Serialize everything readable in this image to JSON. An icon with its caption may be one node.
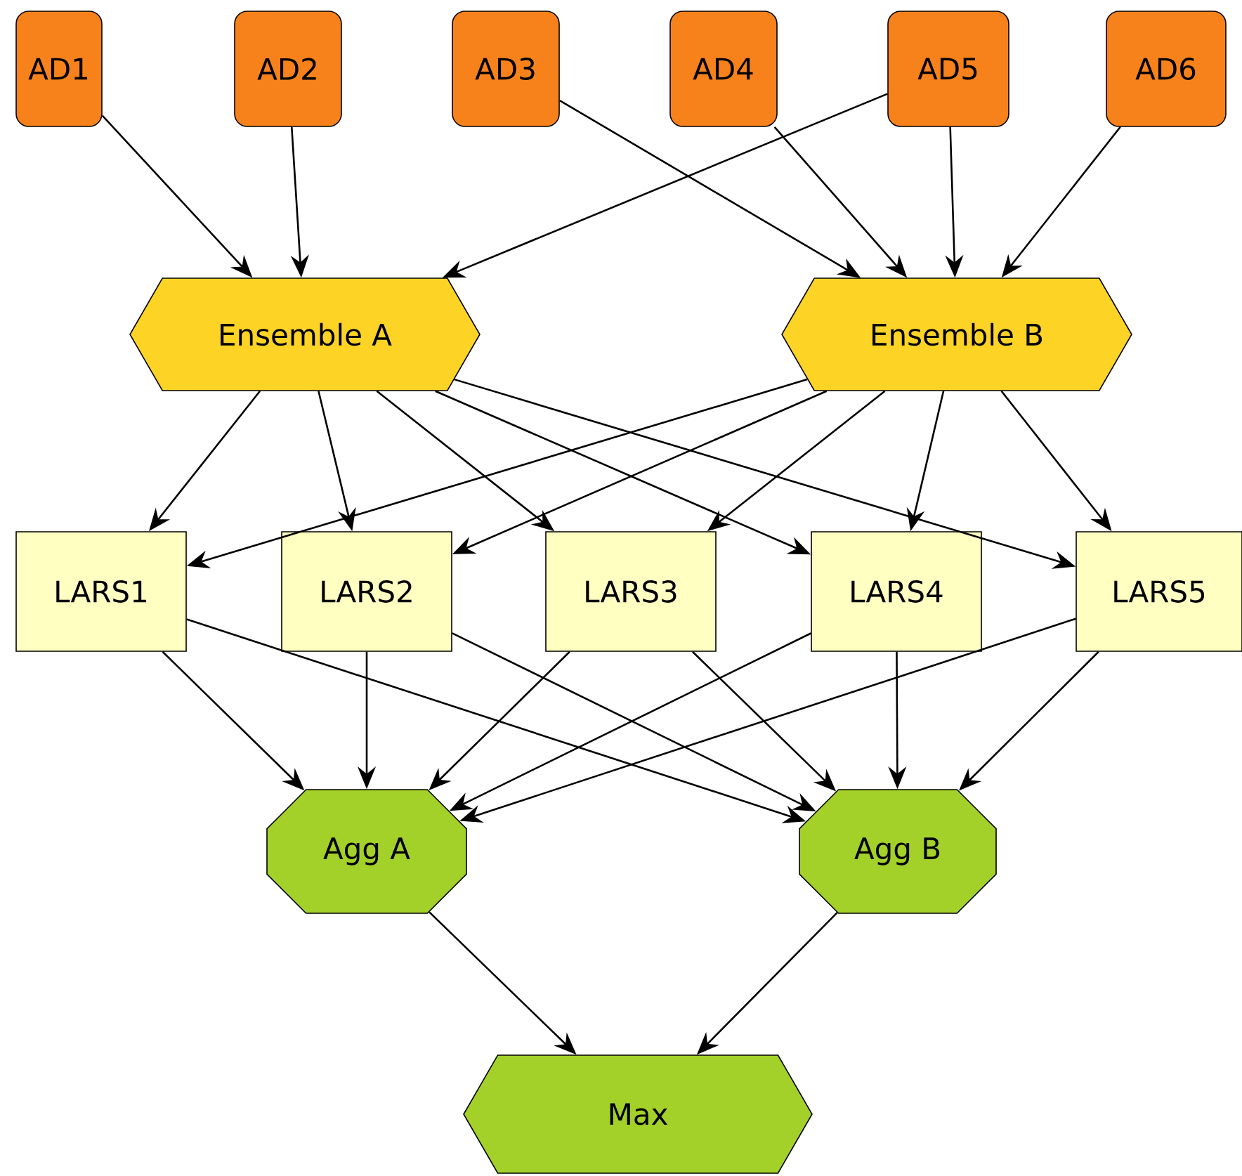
{
  "diagram": {
    "nodes": [
      {
        "text": [
          "AD1"
        ]
      },
      {
        "text": [
          "AD2"
        ]
      },
      {
        "text": [
          "AD3"
        ]
      },
      {
        "text": [
          "AD4"
        ]
      },
      {
        "text": [
          "AD5"
        ]
      },
      {
        "text": [
          "AD6"
        ]
      },
      {
        "text": [
          "Ensemble A"
        ]
      },
      {
        "text": [
          "Ensemble B"
        ]
      },
      {
        "text": [
          "LARS1"
        ]
      },
      {
        "text": [
          "LARS2"
        ]
      },
      {
        "text": [
          "LARS3"
        ]
      },
      {
        "text": [
          "LARS4"
        ]
      },
      {
        "text": [
          "LARS5"
        ]
      },
      {
        "text": [
          "Agg A"
        ]
      },
      {
        "text": [
          "Agg B"
        ]
      },
      {
        "text": [
          "Max"
        ]
      }
    ],
    "edges": [
      {
        "from": 0,
        "to": 6,
        "arrow": "to"
      },
      {
        "from": 1,
        "to": 6,
        "arrow": "to"
      },
      {
        "from": 4,
        "to": 6,
        "arrow": "to"
      },
      {
        "from": 2,
        "to": 7,
        "arrow": "to"
      },
      {
        "from": 3,
        "to": 7,
        "arrow": "to"
      },
      {
        "from": 4,
        "to": 7,
        "arrow": "to"
      },
      {
        "from": 5,
        "to": 7,
        "arrow": "to"
      },
      {
        "from": 6,
        "to": 8,
        "arrow": "to"
      },
      {
        "from": 6,
        "to": 9,
        "arrow": "to"
      },
      {
        "from": 6,
        "to": 10,
        "arrow": "to"
      },
      {
        "from": 6,
        "to": 11,
        "arrow": "to"
      },
      {
        "from": 6,
        "to": 12,
        "arrow": "to"
      },
      {
        "from": 7,
        "to": 8,
        "arrow": "to"
      },
      {
        "from": 7,
        "to": 9,
        "arrow": "to"
      },
      {
        "from": 7,
        "to": 10,
        "arrow": "to"
      },
      {
        "from": 7,
        "to": 11,
        "arrow": "to"
      },
      {
        "from": 7,
        "to": 12,
        "arrow": "to"
      },
      {
        "from": 8,
        "to": 13,
        "arrow": "to"
      },
      {
        "from": 8,
        "to": 14,
        "arrow": "to"
      },
      {
        "from": 9,
        "to": 13,
        "arrow": "to"
      },
      {
        "from": 9,
        "to": 14,
        "arrow": "to"
      },
      {
        "from": 10,
        "to": 13,
        "arrow": "to"
      },
      {
        "from": 10,
        "to": 14,
        "arrow": "to"
      },
      {
        "from": 11,
        "to": 13,
        "arrow": "to"
      },
      {
        "from": 11,
        "to": 14,
        "arrow": "to"
      },
      {
        "from": 12,
        "to": 13,
        "arrow": "to"
      },
      {
        "from": 12,
        "to": 14,
        "arrow": "to"
      },
      {
        "from": 13,
        "to": 15,
        "arrow": "to"
      },
      {
        "from": 14,
        "to": 15,
        "arrow": "to"
      }
    ]
  }
}
